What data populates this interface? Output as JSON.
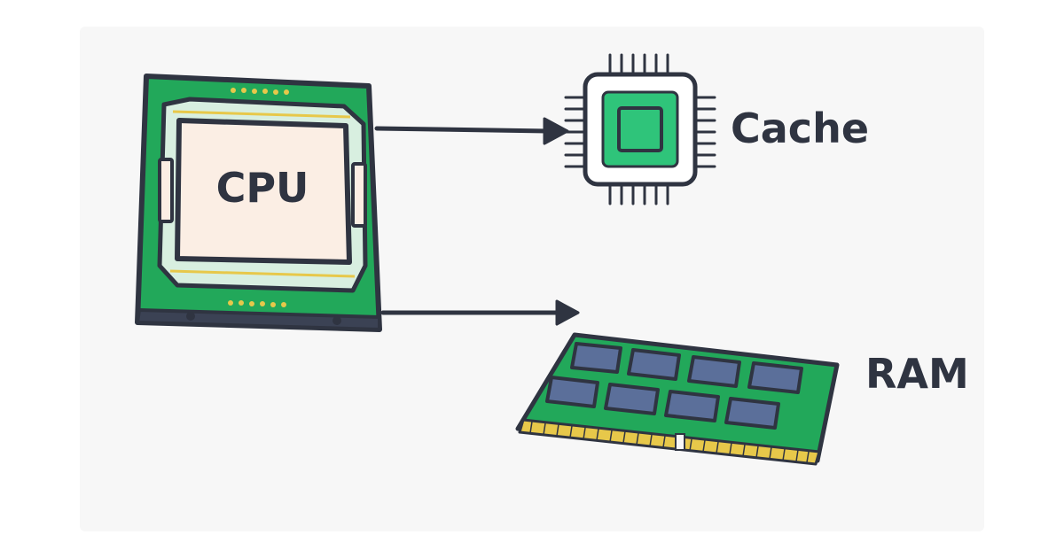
{
  "labels": {
    "cpu": "CPU",
    "cache": "Cache",
    "ram": "RAM"
  },
  "colors": {
    "outline": "#2f3441",
    "pcb_green": "#22a85a",
    "pcb_green_light": "#34c06c",
    "die_cream": "#fbeee4",
    "cache_green": "#2fc47a",
    "ram_chip": "#5b6f9a",
    "contacts_gold": "#e7c84a",
    "background": "#f7f7f7"
  }
}
